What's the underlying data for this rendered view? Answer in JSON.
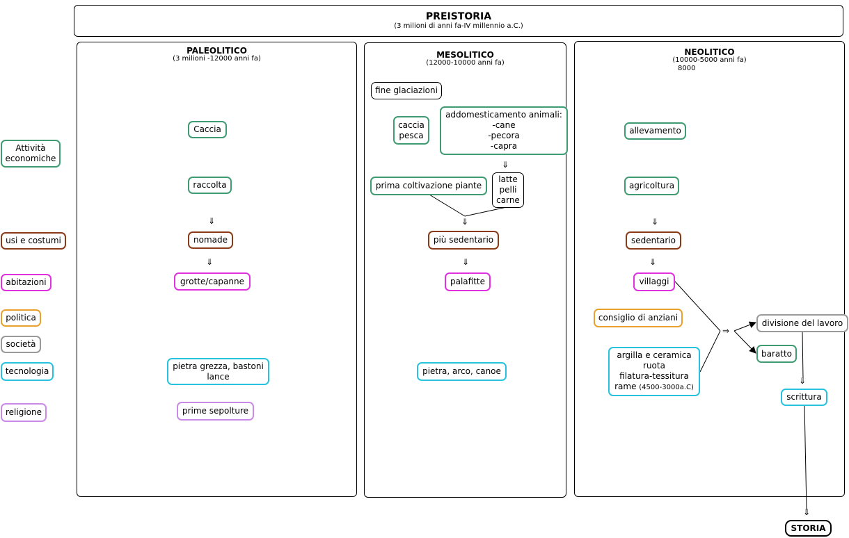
{
  "header": {
    "title": "PREISTORIA",
    "subtitle": "(3 milioni di anni fa-IV millennio a.C.)"
  },
  "columns": {
    "paleolitico": {
      "title": "PALEOLITICO",
      "subtitle": "(3 milioni -12000 anni fa)"
    },
    "mesolitico": {
      "title": "MESOLITICO",
      "subtitle": "(12000-10000 anni fa)"
    },
    "neolitico": {
      "title": "NEOLITICO",
      "subtitle": "(10000-5000 anni fa)",
      "subtitle2": "8000"
    }
  },
  "categories": {
    "attivita": "Attività\neconomiche",
    "usi": "usi e costumi",
    "abitazioni": "abitazioni",
    "politica": "politica",
    "societa": "società",
    "tecnologia": "tecnologia",
    "religione": "religione"
  },
  "paleolitico_nodes": {
    "caccia": "Caccia",
    "raccolta": "raccolta",
    "nomade": "nomade",
    "grotte": "grotte/capanne",
    "pietra": "pietra grezza, bastoni\nlance",
    "sepolture": "prime sepolture"
  },
  "mesolitico_nodes": {
    "fine_glaciazioni": "fine glaciazioni",
    "caccia_pesca": "caccia\npesca",
    "addomesticamento": "addomesticamento animali:\n-cane\n-pecora\n-capra",
    "coltivazione": "prima coltivazione piante",
    "latte": "latte\npelli\ncarne",
    "sedentario": "più sedentario",
    "palafitte": "palafitte",
    "pietra_arco": "pietra, arco, canoe"
  },
  "neolitico_nodes": {
    "allevamento": "allevamento",
    "agricoltura": "agricoltura",
    "sedentario": "sedentario",
    "villaggi": "villaggi",
    "consiglio": "consiglio di anziani",
    "argilla": "argilla e ceramica\nruota\nfilatura-tessitura",
    "rame": "rame",
    "rame_date": "(4500-3000a.C)",
    "divisione": "divisione del lavoro",
    "baratto": "baratto",
    "scrittura": "scrittura",
    "storia": "STORIA"
  },
  "arrow_glyph": "⇓",
  "arrow_right_glyph": "⇒"
}
